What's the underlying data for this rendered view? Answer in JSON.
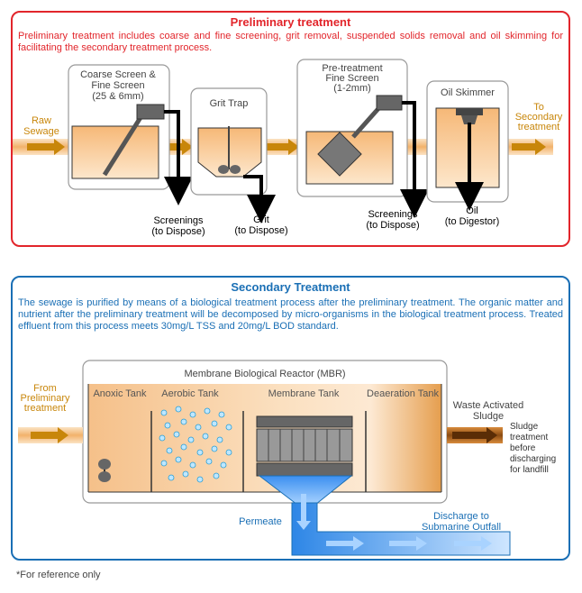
{
  "preliminary": {
    "title": "Preliminary treatment",
    "description": "Preliminary treatment includes coarse and fine screening, grit removal, suspended solids removal and oil skimming for facilitating the secondary treatment process.",
    "raw_sewage": [
      "Raw",
      "Sewage"
    ],
    "coarse_screen": [
      "Coarse Screen &",
      "Fine Screen",
      "(25 & 6mm)"
    ],
    "grit_trap": "Grit Trap",
    "pretreat_screen": [
      "Pre-treatment",
      "Fine Screen",
      "(1-2mm)"
    ],
    "oil_skimmer": "Oil Skimmer",
    "to_secondary": [
      "To",
      "Secondary",
      "treatment"
    ],
    "screenings1": [
      "Screenings",
      "(to Dispose)"
    ],
    "grit": [
      "Grit",
      "(to Dispose)"
    ],
    "screenings2": [
      "Screenings",
      "(to Dispose)"
    ],
    "oil": [
      "Oil",
      "(to Digestor)"
    ]
  },
  "secondary": {
    "title": "Secondary Treatment",
    "description": "The sewage is purified by means of a biological treatment process after the preliminary treatment. The organic matter and nutrient after the preliminary treatment will be decomposed by micro-organisms in the biological treatment process. Treated effluent from this process meets 30mg/L TSS and 20mg/L BOD standard.",
    "mbr": "Membrane Biological Reactor (MBR)",
    "from_prelim": [
      "From",
      "Preliminary",
      "treatment"
    ],
    "anoxic": "Anoxic Tank",
    "aerobic": "Aerobic Tank",
    "membrane": "Membrane Tank",
    "deaeration": "Deaeration Tank",
    "waste_sludge": [
      "Waste Activated",
      "Sludge"
    ],
    "sludge_treatment": [
      "Sludge",
      "treatment",
      "before",
      "discharging",
      "for landfill"
    ],
    "permeate": "Permeate",
    "discharge": [
      "Discharge to",
      "Submarine Outfall"
    ]
  },
  "footnote": "*For reference only",
  "colors": {
    "red": "#e2252b",
    "blue": "#1a6fb5",
    "arrow": "#c8860a",
    "tank": "#f6c38d"
  }
}
